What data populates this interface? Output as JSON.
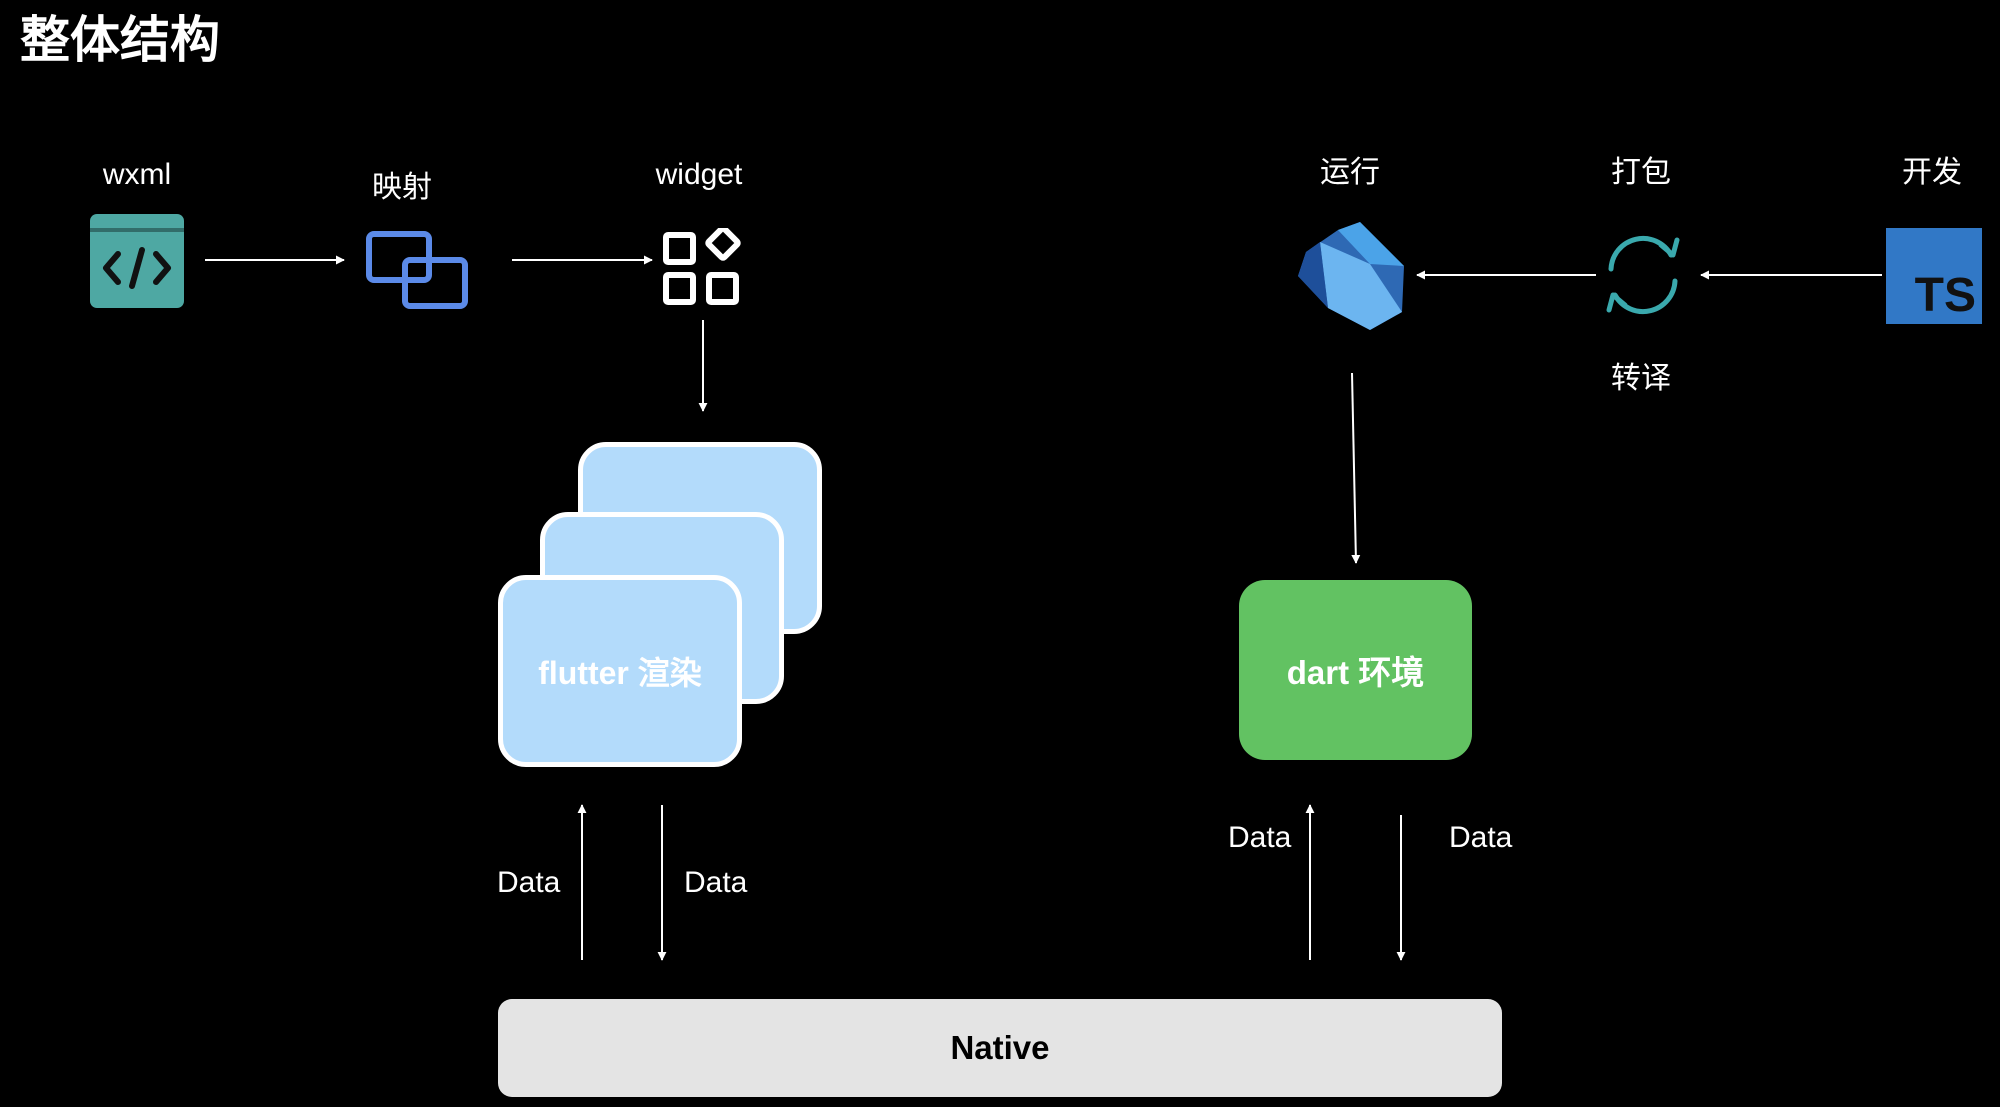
{
  "title": "整体结构",
  "nodes": {
    "wxml": {
      "label": "wxml",
      "icon": "code-window-icon",
      "color": "#4ea8a3"
    },
    "mapping": {
      "label": "映射",
      "icon": "mapping-squares-icon",
      "color": "#5b8ae8"
    },
    "widget": {
      "label": "widget",
      "icon": "widget-grid-icon",
      "color": "#ffffff"
    },
    "run": {
      "label": "运行",
      "icon": "dart-logo-icon",
      "color": "#2e69b4"
    },
    "bundle": {
      "label": "打包",
      "sublabel": "转译",
      "icon": "sync-cycle-icon",
      "color": "#3aa9ad"
    },
    "develop": {
      "label": "开发",
      "icon": "typescript-logo-icon",
      "logo_text": "TS",
      "color": "#3178c6"
    }
  },
  "flutter_box": {
    "label": "flutter 渲染",
    "color": "#b3dbfb"
  },
  "dart_box": {
    "label": "dart 环境",
    "color": "#62c262"
  },
  "native_box": {
    "label": "Native",
    "color": "#e4e4e4"
  },
  "data_labels": {
    "flutter_up": "Data",
    "flutter_down": "Data",
    "dart_up": "Data",
    "dart_down": "Data"
  }
}
